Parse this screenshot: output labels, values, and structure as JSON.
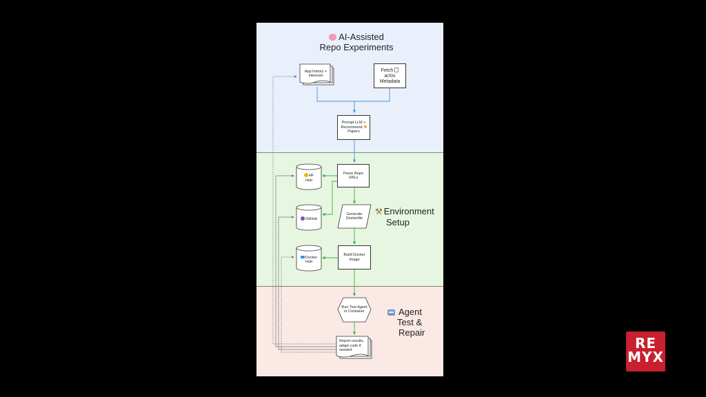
{
  "sections": {
    "ai": "AI-Assisted Repo Experiments",
    "env_line1": "Environment",
    "env_line2": "Setup",
    "agent_line1": "Agent",
    "agent_line2": "Test &",
    "agent_line3": "Repair"
  },
  "nodes": {
    "app_history": "App history + interests",
    "fetch_line1": "Fetch",
    "fetch_line2": "arXiv",
    "fetch_line3": "Metadata",
    "prompt_llm": "Prompt LLM +",
    "prompt_llm_2": "Recommend",
    "prompt_llm_3": "Papers",
    "parse_repo": "Parse Repo URLs",
    "generate_dockerfile": "Generate Dockerfile",
    "build_docker": "Build Docker Image",
    "run_test": "Run Test Agent in Container",
    "report": "Report results, adapt code if needed",
    "hf_1": "HF",
    "hf_2": "Hub",
    "github": "GitHub",
    "docker_1": "Docker",
    "docker_2": "Hub"
  },
  "icons": {
    "ai": "brain-icon",
    "env": "tools-icon",
    "agent": "robot-icon"
  },
  "logo": {
    "line1": "RE",
    "line2": "MYX"
  },
  "colors": {
    "band_blue": "#e9f0fb",
    "band_green": "#e6f6e0",
    "band_red": "#fbe9e6",
    "arrow_blue": "#4a90d9",
    "arrow_green": "#3fae4a",
    "logo": "#c8202e"
  }
}
